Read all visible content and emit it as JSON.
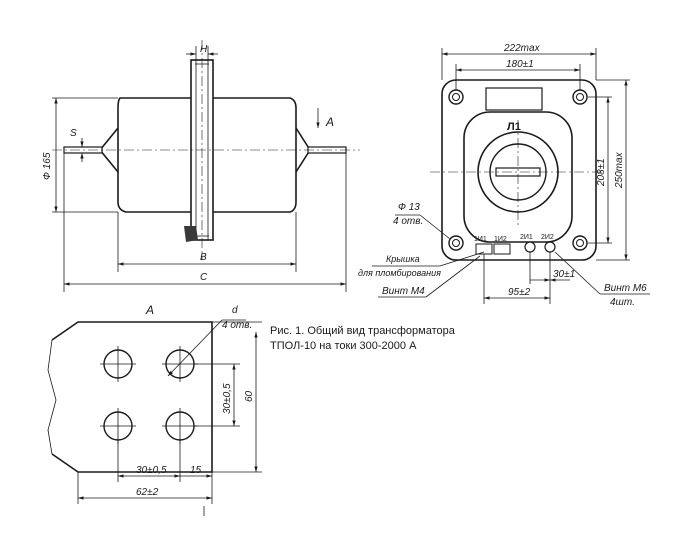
{
  "side_view": {
    "dim_H": "H",
    "dim_S": "S",
    "dim_diameter": "Ф 165",
    "dim_B": "B",
    "dim_C": "C",
    "view_arrow": "A"
  },
  "front_view": {
    "dim_222": "222max",
    "dim_180": "180±1",
    "dim_208": "208±1",
    "dim_250": "250max",
    "dim_95": "95±2",
    "dim_30": "30±1",
    "marking_L1": "Л1",
    "terminal_1I1": "1И1",
    "terminal_1I2": "1И2",
    "terminal_2I1": "2И1",
    "terminal_2I2": "2И2",
    "hole_dia": "Ф 13",
    "hole_count": "4 отв.",
    "cover_label_1": "Крышка",
    "cover_label_2": "для пломбирования",
    "screw_m4": "Винт М4",
    "screw_m6": "Винт М6",
    "screw_m6_count": "4шт."
  },
  "detail_view": {
    "view_label": "A",
    "dim_d": "d",
    "hole_count": "4 отв.",
    "dim_30_vert": "30±0,5",
    "dim_60": "60",
    "dim_30_horiz": "30±0,5",
    "dim_15": "15",
    "dim_62": "62±2"
  },
  "caption": {
    "line1": "Рис. 1. Общий вид трансформатора",
    "line2": "ТПОЛ-10 на токи 300-2000 А"
  }
}
